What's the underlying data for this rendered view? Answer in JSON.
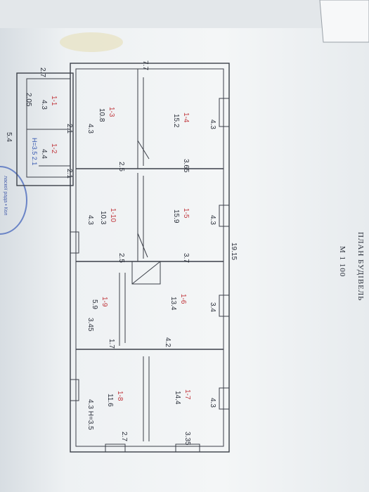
{
  "plan_title": "ПЛАН БУДІВЕЛЬ",
  "scale": "М 1 100",
  "stamp_text": "ласкої рада • Кол",
  "overall": {
    "width_top": "7.7",
    "length_right": "19.15",
    "annex_depth": "5.4",
    "annex_top": "2.7",
    "annex_width": "2.05"
  },
  "rooms": [
    {
      "id": "1-1",
      "area": "4.3"
    },
    {
      "id": "1-2",
      "area": "4.4"
    },
    {
      "id": "1-3",
      "area": "10.8"
    },
    {
      "id": "1-4",
      "area": "15.2"
    },
    {
      "id": "1-10",
      "area": "10.3"
    },
    {
      "id": "1-5",
      "area": "15.9"
    },
    {
      "id": "1-9",
      "area": "5.9"
    },
    {
      "id": "1-6",
      "area": "13.4"
    },
    {
      "id": "1-8",
      "area": "11.6"
    },
    {
      "id": "1-7",
      "area": "14.4"
    }
  ],
  "dims": {
    "r12_top": "2.1",
    "r12_bottom": "2.1",
    "r12_height": "Н=3.5 2.1",
    "r3_depth": "4.3",
    "r3_width": "2.5",
    "r4_depth": "4.3",
    "r4_width": "3.65",
    "r10_depth": "4.3",
    "r10_width": "2.5",
    "r5_depth": "4.3",
    "r5_width": "3.7",
    "r9_depth": "3.45",
    "r9_width": "1.7",
    "r6_depth": "3.4",
    "r6_width": "4.2",
    "r8_depth": "4.3 Н=3.5",
    "r8_width": "2.7",
    "r7_depth": "4.3",
    "r7_width": "3.35"
  }
}
